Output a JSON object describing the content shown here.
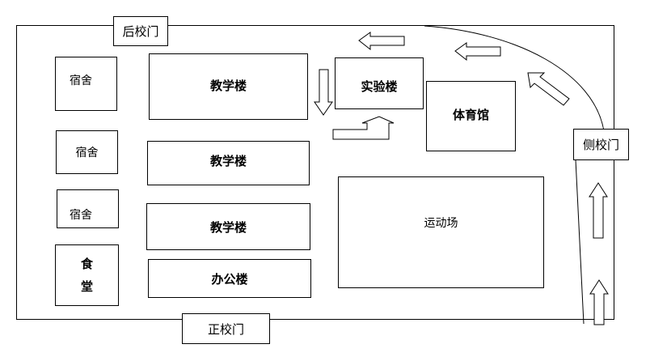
{
  "gates": {
    "back": "后校门",
    "side": "侧校门",
    "main": "正校门"
  },
  "buildings": {
    "dorm_1": "宿舍",
    "dorm_2": "宿舍",
    "dorm_3": "宿舍",
    "canteen_line1": "食",
    "canteen_line2": "堂",
    "teaching_1": "教学楼",
    "teaching_2": "教学楼",
    "teaching_3": "教学楼",
    "office": "办公楼",
    "lab": "实验楼",
    "gym": "体育馆",
    "field": "运动场"
  }
}
